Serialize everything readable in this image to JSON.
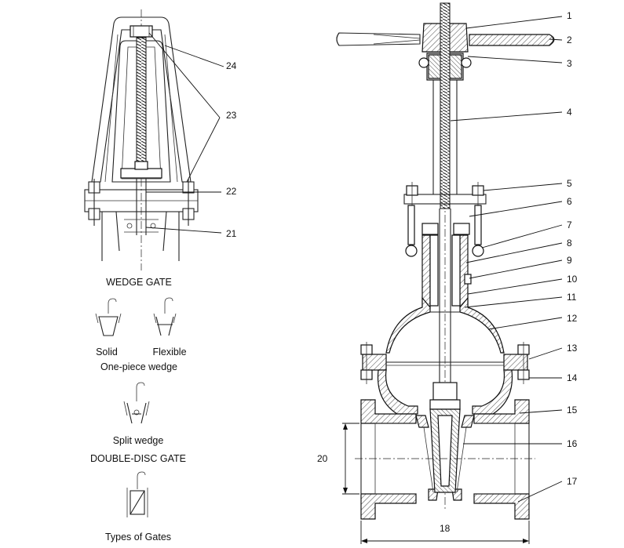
{
  "callouts": [
    "1",
    "2",
    "3",
    "4",
    "5",
    "6",
    "7",
    "8",
    "9",
    "10",
    "11",
    "12",
    "13",
    "14",
    "15",
    "16",
    "17",
    "18",
    "20",
    "21",
    "22",
    "23",
    "24"
  ],
  "captions": {
    "wedge_gate": "WEDGE GATE",
    "solid": "Solid",
    "flexible": "Flexible",
    "one_piece": "One-piece wedge",
    "split": "Split wedge",
    "double_disc": "DOUBLE-DISC GATE",
    "types": "Types of Gates"
  }
}
